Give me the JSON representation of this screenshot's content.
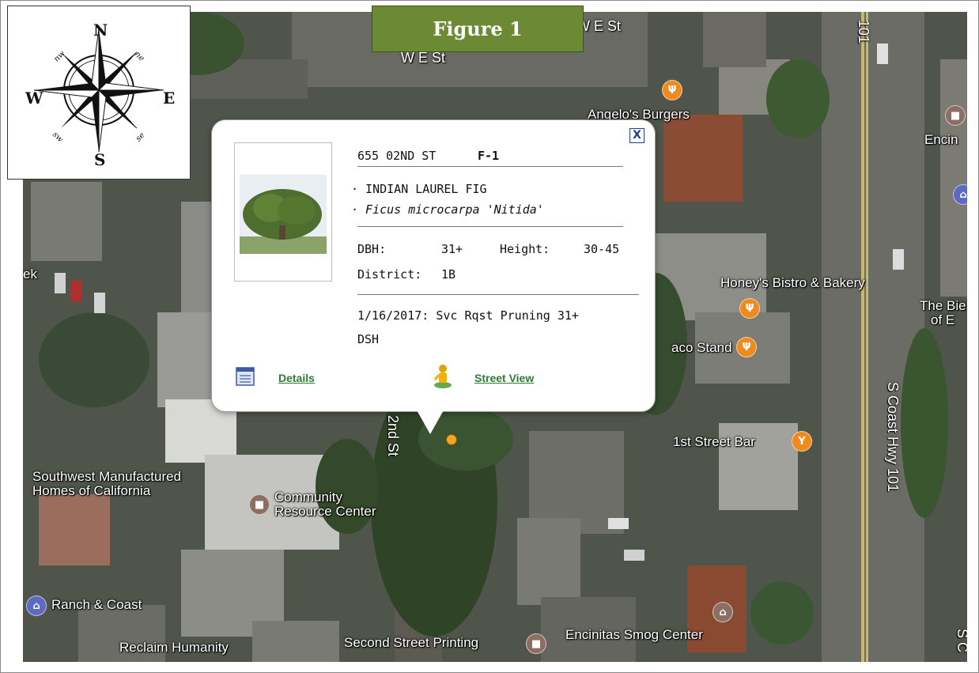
{
  "figure_badge": "Figure 1",
  "compass": {
    "n": "N",
    "s": "S",
    "e": "E",
    "w": "W",
    "ne": "ne",
    "nw": "nw",
    "se": "se",
    "sw": "sw"
  },
  "map": {
    "pois": [
      {
        "name": "Angelo's Burgers",
        "type": "food"
      },
      {
        "name": "Encin",
        "type": "general"
      },
      {
        "name": "Honey's Bistro & Bakery",
        "type": "food"
      },
      {
        "name": "The Bier",
        "type": "general"
      },
      {
        "name": "of E",
        "type": "general"
      },
      {
        "name": "aco Stand",
        "type": "food"
      },
      {
        "name": "1st Street Bar",
        "type": "food"
      },
      {
        "name": "Southwest Manufactured",
        "type": "general"
      },
      {
        "name": "Homes of California",
        "type": "general"
      },
      {
        "name": "Community",
        "type": "general"
      },
      {
        "name": "Resource Center",
        "type": "general"
      },
      {
        "name": "Ranch & Coast",
        "type": "shop"
      },
      {
        "name": "Reclaim Humanity",
        "type": "general"
      },
      {
        "name": "Second Street Printing",
        "type": "general"
      },
      {
        "name": "Encinitas Smog Center",
        "type": "general"
      },
      {
        "name": "ek",
        "type": "general"
      }
    ],
    "streets": [
      "W E St",
      "W E St",
      "2nd St",
      "S Coast Hwy 101",
      "101",
      "S C"
    ]
  },
  "popup": {
    "address": "655 02ND ST",
    "site_id": "F-1",
    "common_name": "· INDIAN LAUREL FIG",
    "botanical_name": "· Ficus microcarpa 'Nitida'",
    "dbh_label": "DBH:",
    "dbh_value": "31+",
    "height_label": "Height:",
    "height_value": "30-45",
    "district_label": "District:",
    "district_value": "1B",
    "note_line1": "1/16/2017: Svc Rqst Pruning 31+",
    "note_line2": "DSH",
    "details_label": "Details",
    "street_view_label": "Street View",
    "close_label": "X"
  }
}
